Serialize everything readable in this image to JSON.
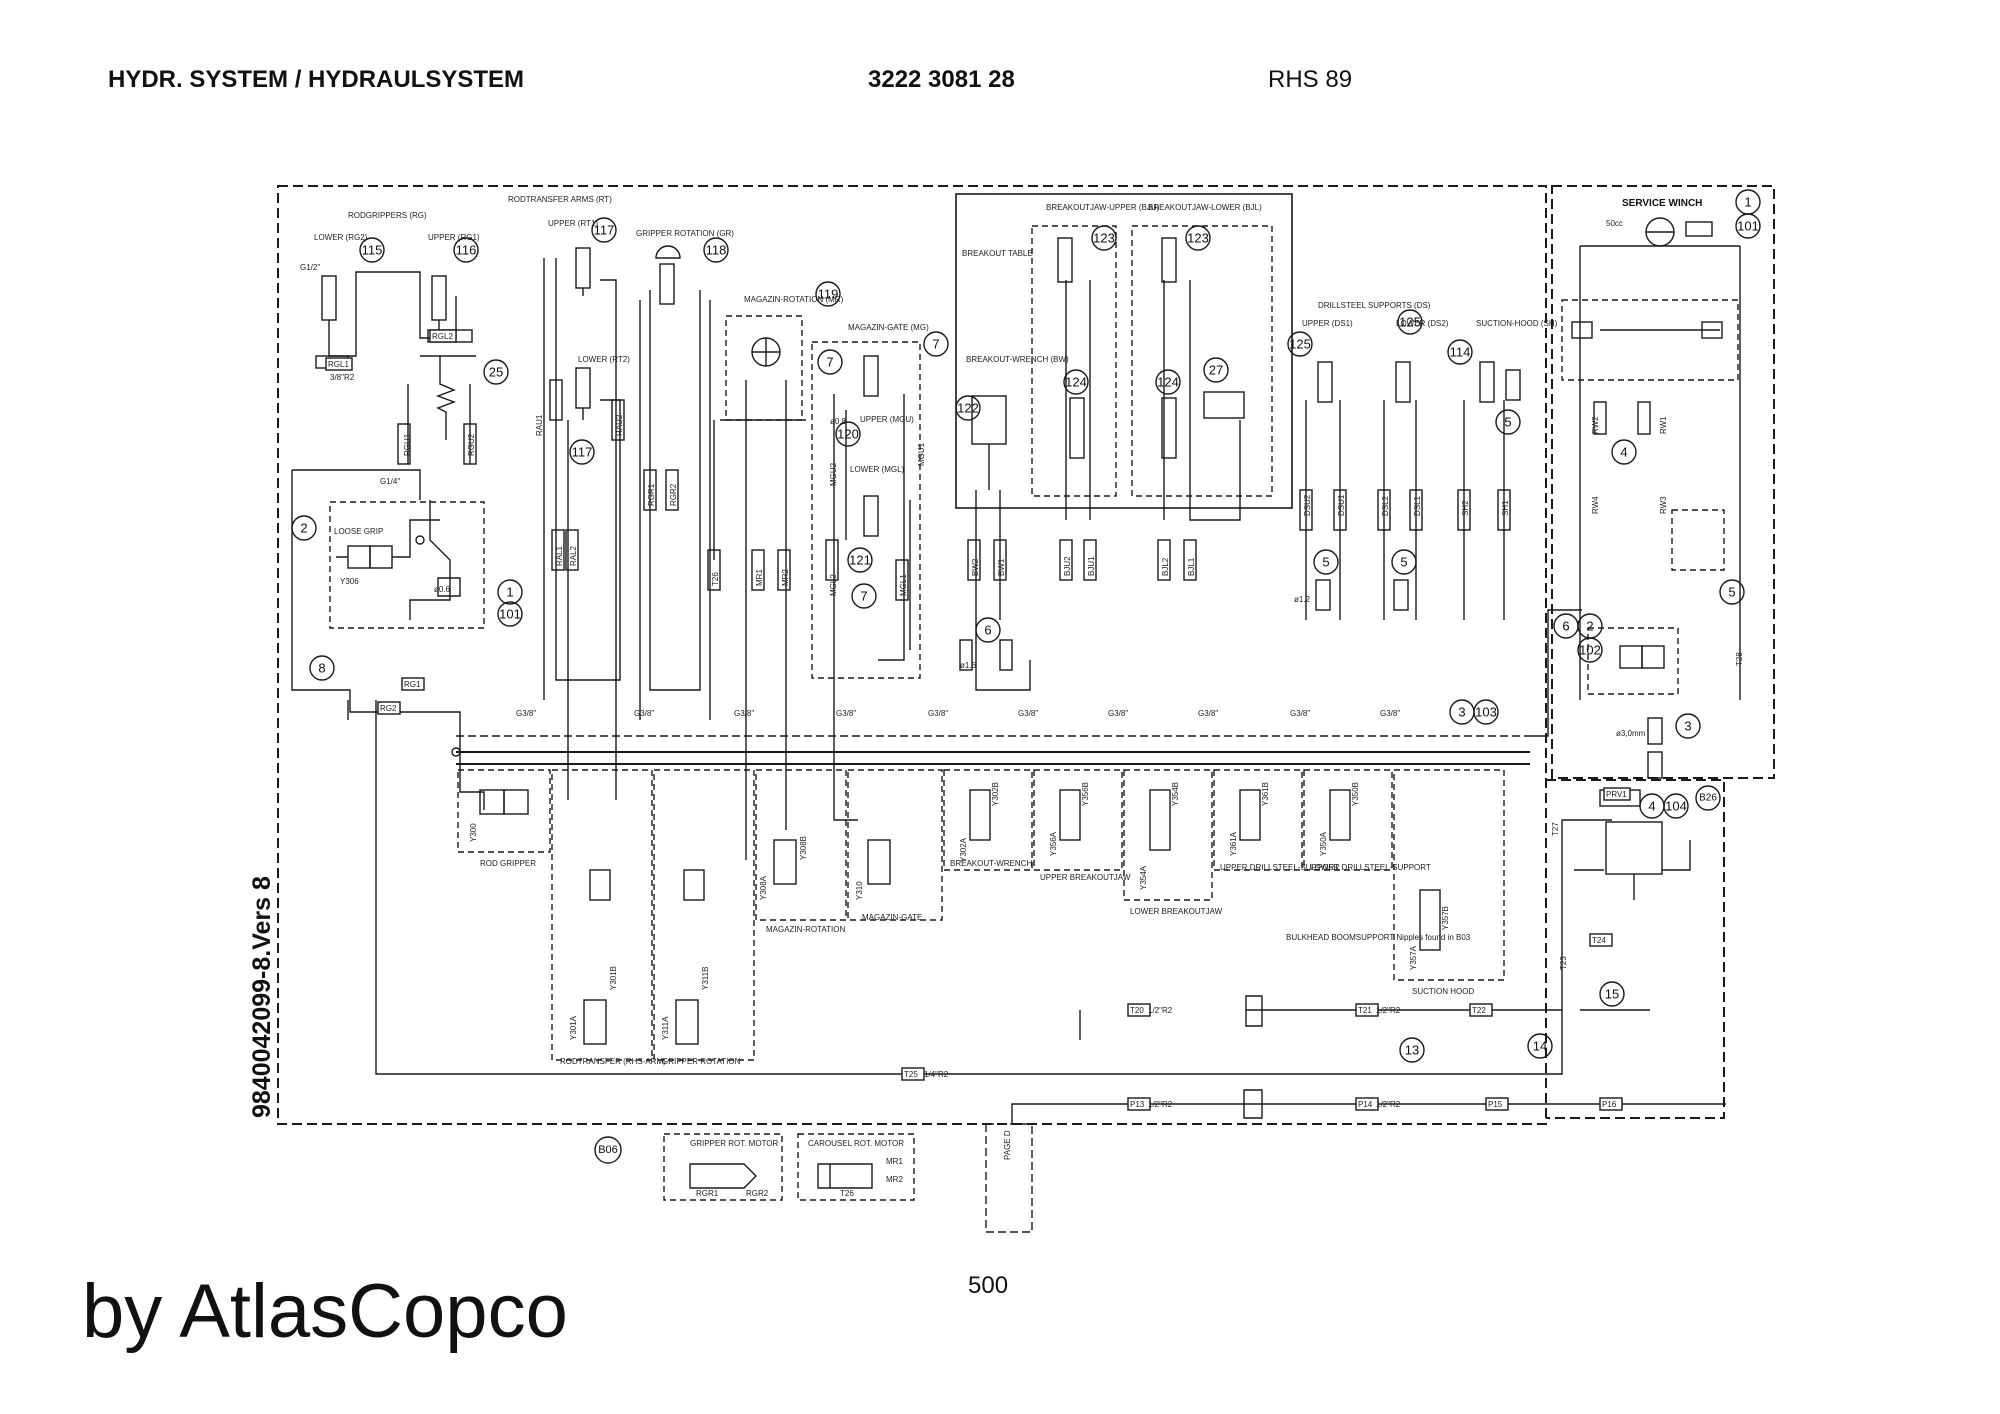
{
  "header": {
    "title": "HYDR. SYSTEM / HYDRAULSYSTEM",
    "part_number": "3222 3081 28",
    "model": "RHS 89"
  },
  "side_reference": "9840042099-8.Vers 8",
  "page_number": "500",
  "brand": "by AtlasCopco",
  "diagram": {
    "group_labels": {
      "rodgrippers": "RODGRIPPERS (RG)",
      "rodtransfer": "RODTRANSFER ARMS (RT)",
      "breakout_table": "BREAKOUT TABLE",
      "breakout_upper": "BREAKOUTJAW-UPPER (BJU)",
      "breakout_lower": "BREAKOUTJAW-LOWER (BJL)",
      "drillsteel": "DRILLSTEEL SUPPORTS (DS)",
      "service_winch": "SERVICE WINCH",
      "lower_rg": "LOWER (RG2)",
      "upper_rg": "UPPER (RG1)",
      "upper_rt": "UPPER (RT1)",
      "lower_rt": "LOWER (RT2)",
      "gripper_rotation": "GRIPPER ROTATION (GR)",
      "magazin_rotation": "MAGAZIN-ROTATION (MR)",
      "magazin_gate": "MAGAZIN-GATE (MG)",
      "upper_mgu": "UPPER (MGU)",
      "lower_mgl": "LOWER (MGL)",
      "breakout_wrench": "BREAKOUT-WRENCH (BW)",
      "upper_ds1": "UPPER (DS1)",
      "lower_ds2": "LOWER (DS2)",
      "suction_hood_sh": "SUCTION-HOOD (SH)",
      "loose_grip": "LOOSE GRIP",
      "bulkhead_note": "BULKHEAD BOOMSUPPORT Nipples found in B03",
      "winch_flow": "50cc",
      "winch_orifice": "ø3,0mm",
      "page_d": "PAGE D"
    },
    "valve_section_labels": [
      "ROD GRIPPER",
      "RODTRANSFER (RHS-ARM)",
      "GRIPPER ROTATION",
      "MAGAZIN-ROTATION",
      "MAGAZIN-GATE",
      "BREAKOUT-WRENCH",
      "UPPER BREAKOUTJAW",
      "LOWER BREAKOUTJAW",
      "UPPER DRILLSTEEL-SUPPORT",
      "LOWER DRILLSTEEL-SUPPORT",
      "SUCTION HOOD"
    ],
    "motor_boxes": [
      {
        "title": "GRIPPER ROT. MOTOR",
        "codes": [
          "RGR1",
          "RGR2"
        ]
      },
      {
        "title": "CAROUSEL ROT. MOTOR",
        "codes": [
          "MR1",
          "MR2",
          "T26"
        ]
      }
    ],
    "callouts": [
      "115",
      "116",
      "25",
      "2",
      "1",
      "101",
      "8",
      "117",
      "118",
      "119",
      "120",
      "121",
      "7",
      "122",
      "123",
      "124",
      "6",
      "27",
      "125",
      "114",
      "5",
      "3",
      "103",
      "4",
      "104",
      "102",
      "13",
      "14",
      "15",
      "B06",
      "B26"
    ],
    "hose_codes": [
      "RGL1",
      "RGL2",
      "RGU1",
      "RGU2",
      "RG1",
      "RG2",
      "RAU1",
      "RAU2",
      "RAL1",
      "RAL2",
      "RGR1",
      "RGR2",
      "T26",
      "MR1",
      "MR2",
      "MGU1",
      "MGU2",
      "MGL1",
      "MGL2",
      "BW1",
      "BW2",
      "BJU1",
      "BJU2",
      "BJL1",
      "BJL2",
      "DSU1",
      "DSU2",
      "DSL1",
      "DSL2",
      "SH1",
      "SH2",
      "RW1",
      "RW2",
      "RW3",
      "RW4",
      "T28",
      "T27",
      "PRV1",
      "T24",
      "T23",
      "T20",
      "T21",
      "T22",
      "T25",
      "P13",
      "P14",
      "P15",
      "P16"
    ],
    "solenoid_codes": [
      "Y306",
      "Y300",
      "Y301A",
      "Y301B",
      "Y311A",
      "Y311B",
      "Y308A",
      "Y308B",
      "Y310",
      "Y302A",
      "Y302B",
      "Y356A",
      "Y356B",
      "Y354A",
      "Y354B",
      "Y361A",
      "Y361B",
      "Y350A",
      "Y350B",
      "Y357A",
      "Y357B"
    ],
    "port_sizes": [
      "G1/2\"",
      "G1/4\"",
      "G3/8\"",
      "3/8\"R2",
      "1/4\"R2",
      "1/2\"R2",
      "ø1.2",
      "ø0.8",
      "ø1.6",
      "ø0.6"
    ]
  }
}
